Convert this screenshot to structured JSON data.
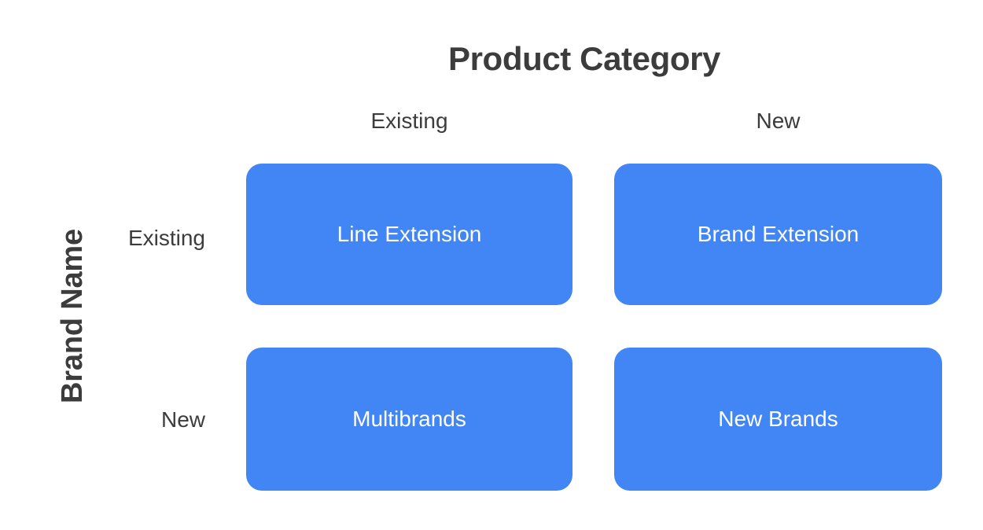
{
  "diagram": {
    "title": "Product Category",
    "vertical_axis_label": "Brand Name",
    "accent_color": "#4285f4",
    "text_color": "#3c3c3c",
    "cell_text_color": "#ffffff",
    "background_color": "#ffffff",
    "column_headers": [
      {
        "label": "Existing"
      },
      {
        "label": "New"
      }
    ],
    "row_headers": [
      {
        "label": "Existing"
      },
      {
        "label": "New"
      }
    ],
    "cells": [
      {
        "label": "Line Extension",
        "row": "Existing",
        "column": "Existing"
      },
      {
        "label": "Brand Extension",
        "row": "Existing",
        "column": "New"
      },
      {
        "label": "Multibrands",
        "row": "New",
        "column": "Existing"
      },
      {
        "label": "New Brands",
        "row": "New",
        "column": "New"
      }
    ]
  }
}
